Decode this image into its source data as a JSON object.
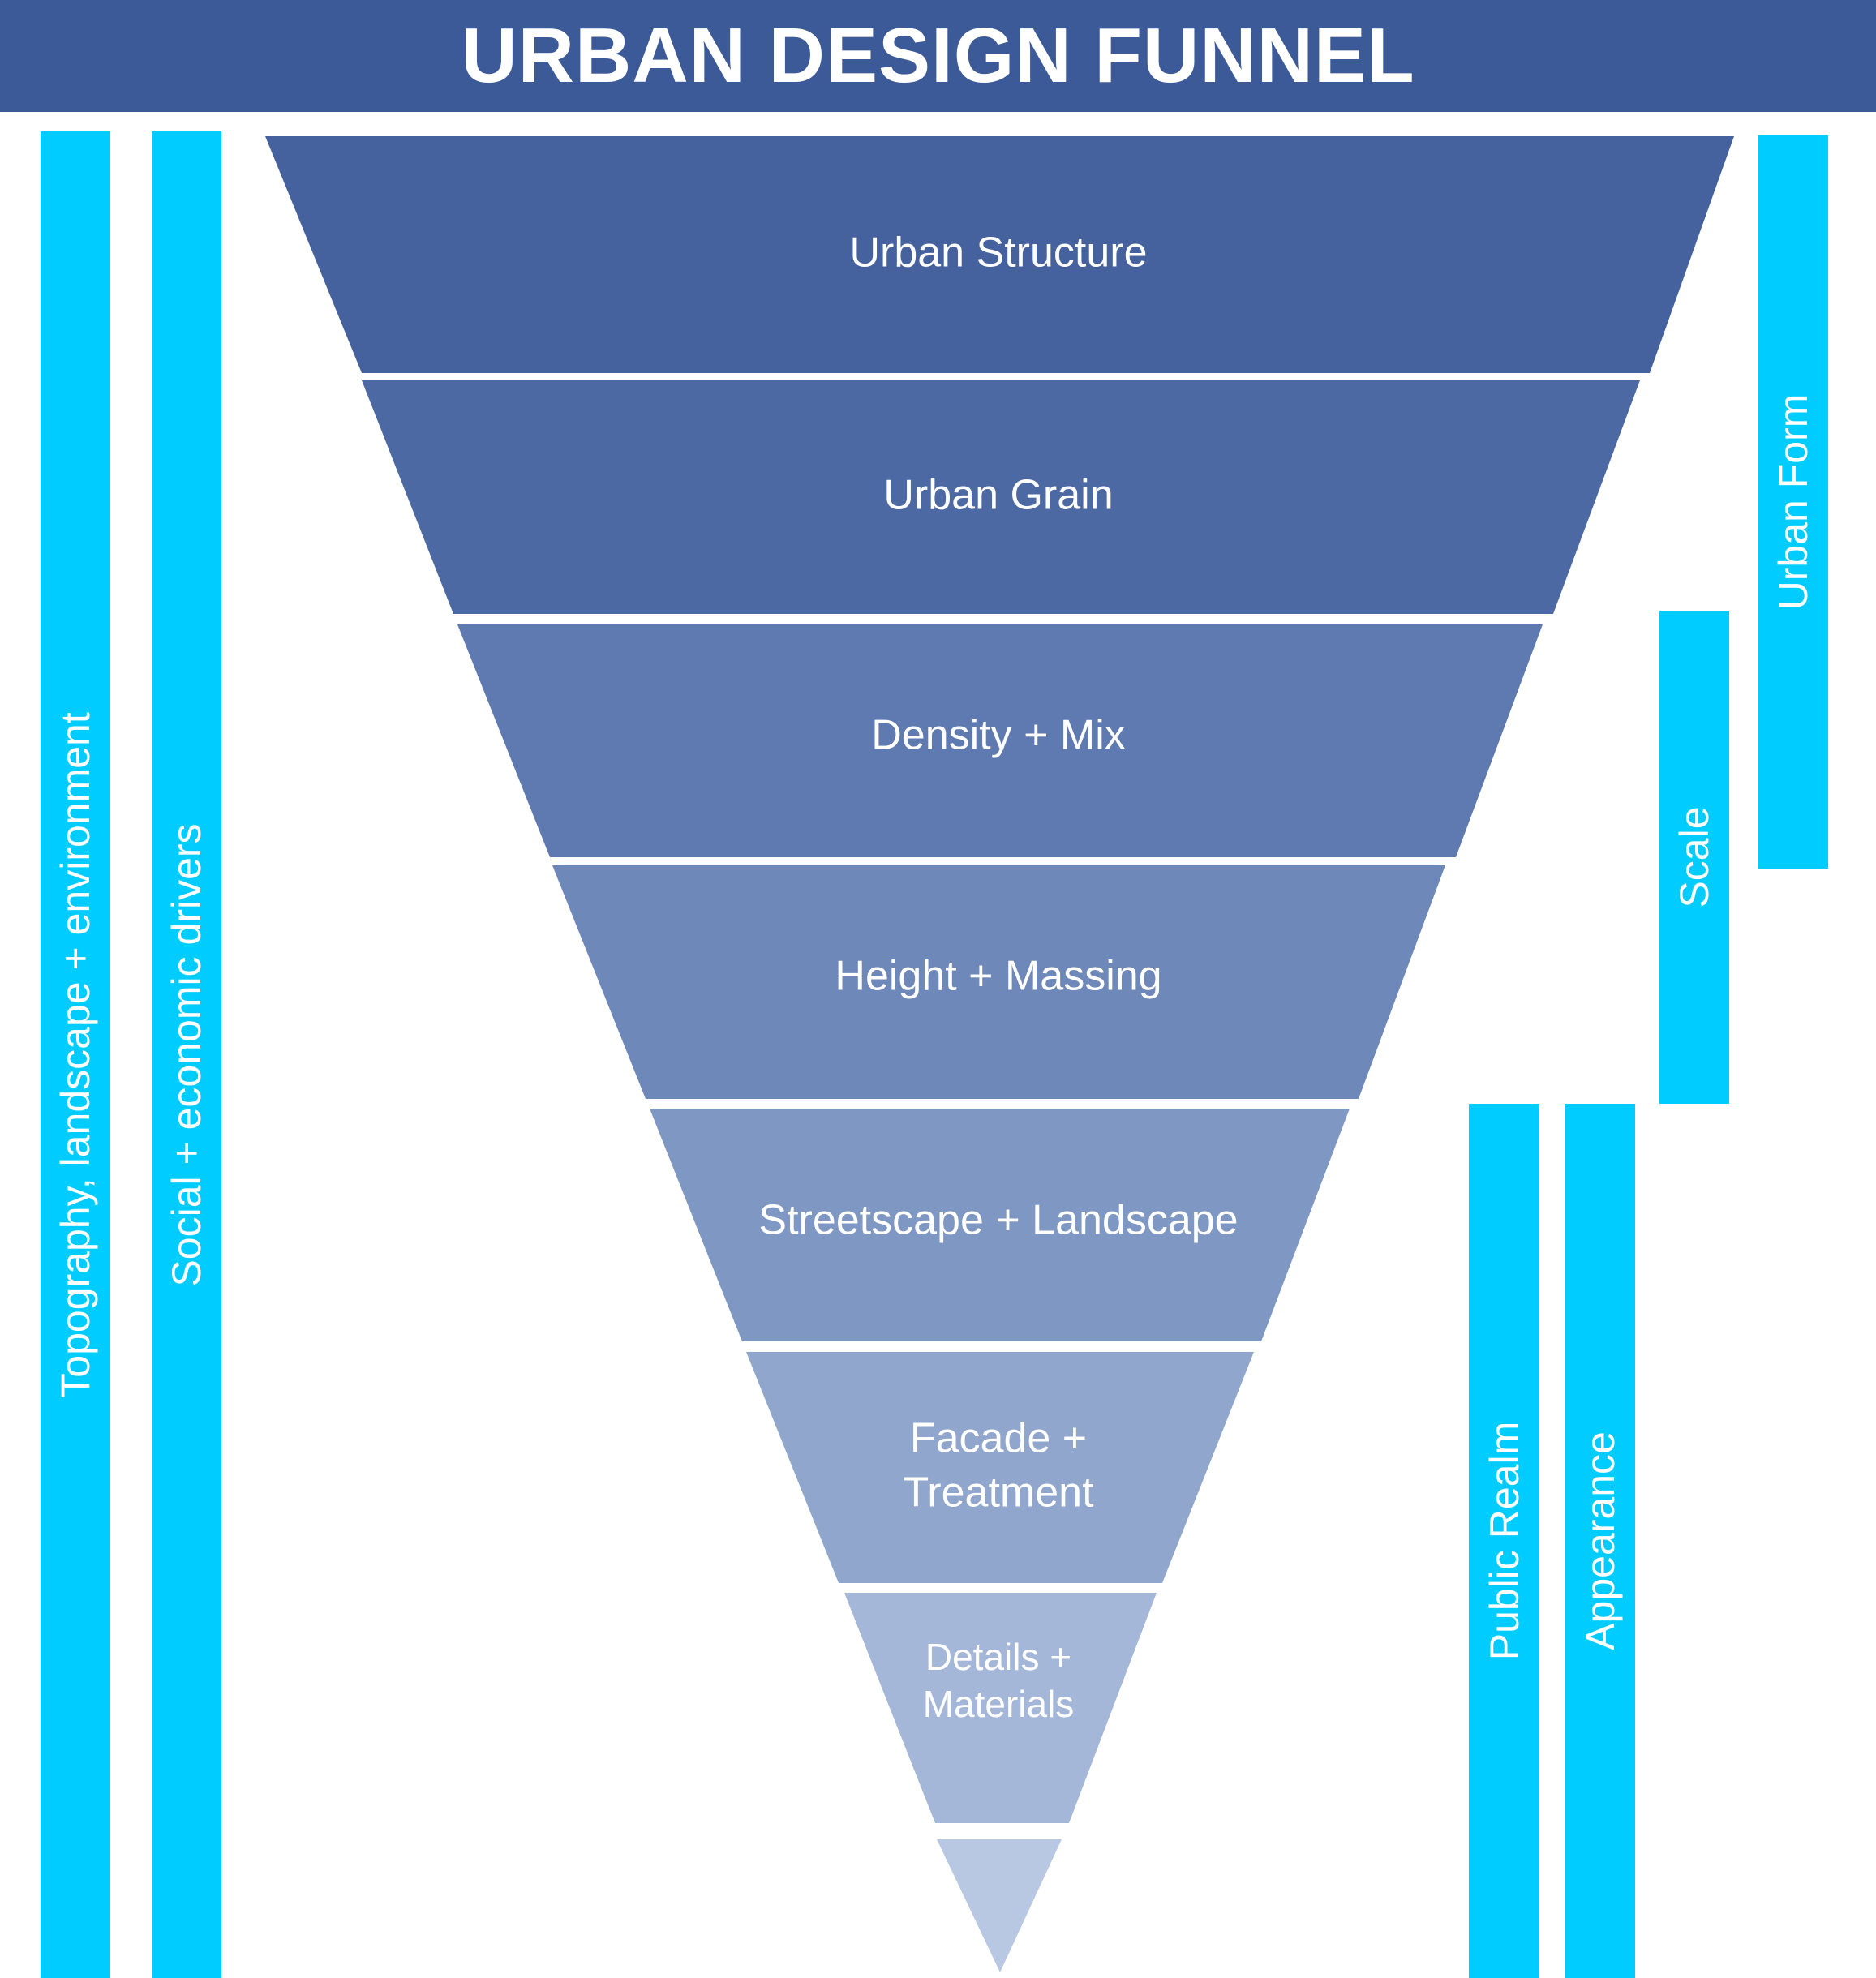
{
  "title": "URBAN DESIGN FUNNEL",
  "colors": {
    "title_bg": "#3d5a98",
    "bar": "#00ccff",
    "label_text": "#ffffff",
    "segments": [
      "#45629e",
      "#4d69a3",
      "#5f7ab0",
      "#6d88b9",
      "#7e97c3",
      "#90a6cd",
      "#a4b7d8",
      "#b8c8e3"
    ]
  },
  "left_bars": [
    {
      "label": "Topography, landscape + environment"
    },
    {
      "label": "Social + economic drivers"
    }
  ],
  "right_bars": [
    {
      "label": "Urban Form"
    },
    {
      "label": "Scale"
    },
    {
      "label": "Public Realm"
    },
    {
      "label": "Appearance"
    }
  ],
  "funnel_segments": [
    {
      "lines": [
        "Urban Structure"
      ]
    },
    {
      "lines": [
        "Urban Grain"
      ]
    },
    {
      "lines": [
        "Density + Mix"
      ]
    },
    {
      "lines": [
        "Height + Massing"
      ]
    },
    {
      "lines": [
        "Streetscape + Landscape"
      ]
    },
    {
      "lines": [
        "Facade +",
        "Treatment"
      ]
    },
    {
      "lines": [
        "Details +",
        "Materials"
      ]
    },
    {
      "lines": []
    }
  ]
}
